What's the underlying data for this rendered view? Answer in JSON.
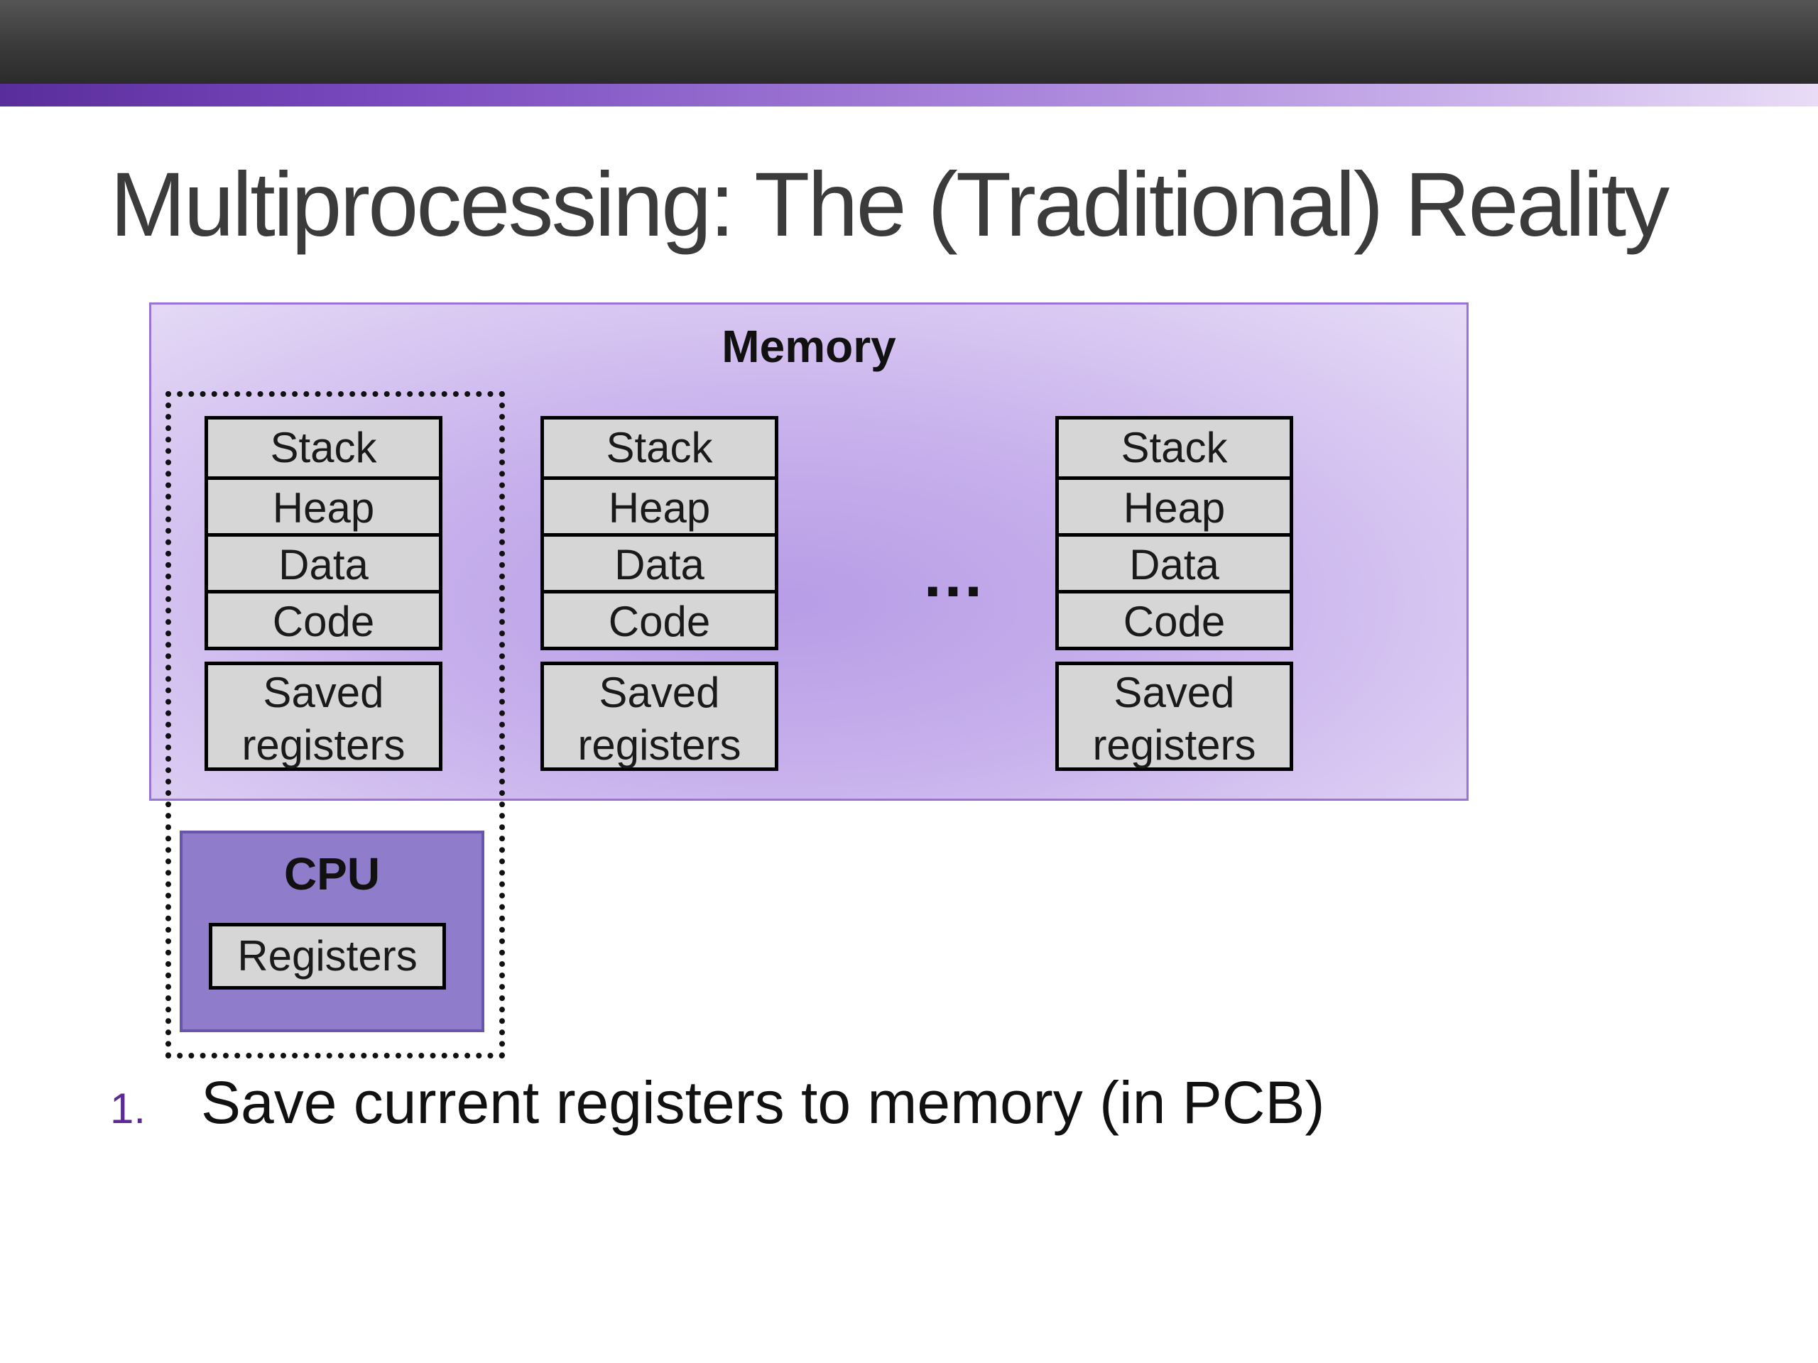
{
  "slide": {
    "title": "Multiprocessing: The (Traditional) Reality"
  },
  "memory": {
    "label": "Memory",
    "ellipsis": "…",
    "processes": [
      {
        "segments": [
          "Stack",
          "Heap",
          "Data",
          "Code"
        ],
        "saved_line1": "Saved",
        "saved_line2": "registers"
      },
      {
        "segments": [
          "Stack",
          "Heap",
          "Data",
          "Code"
        ],
        "saved_line1": "Saved",
        "saved_line2": "registers"
      },
      {
        "segments": [
          "Stack",
          "Heap",
          "Data",
          "Code"
        ],
        "saved_line1": "Saved",
        "saved_line2": "registers"
      }
    ]
  },
  "cpu": {
    "label": "CPU",
    "registers_label": "Registers"
  },
  "list": [
    {
      "number": "1.",
      "text": "Save current registers to memory (in PCB)"
    }
  ],
  "colors": {
    "accent_purple": "#7a4bbf",
    "memory_fill": "#c7b0ec",
    "cpu_fill": "#8f7ccb",
    "segment_fill": "#d6d6d6"
  }
}
